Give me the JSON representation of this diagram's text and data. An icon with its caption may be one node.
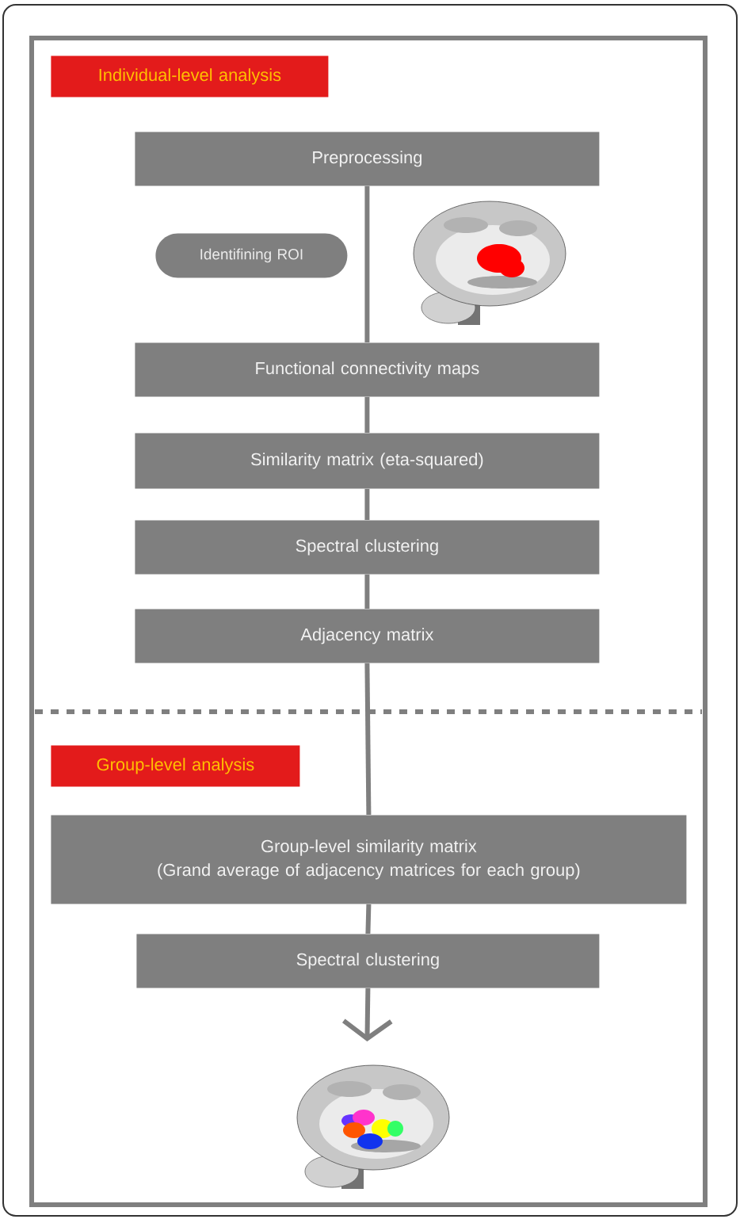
{
  "diagram": {
    "nodes": [
      {
        "text": [
          "Individual-level analysis"
        ]
      },
      {
        "text": [
          "Preprocessing"
        ]
      },
      {
        "text": [
          "Identifining ROI"
        ]
      },
      {
        "text": [
          "Functional connectivity maps"
        ]
      },
      {
        "text": [
          "Similarity matrix (eta-squared)"
        ]
      },
      {
        "text": [
          "Spectral clustering"
        ]
      },
      {
        "text": [
          "Adjacency matrix"
        ]
      },
      {
        "text": [
          "Group-level analysis"
        ]
      },
      {
        "text": [
          "Group-level similarity matrix",
          "(Grand average of adjacency matrices for each group)"
        ]
      },
      {
        "text": [
          "Spectral clustering"
        ]
      },
      {
        "text": [],
        "shape": "picture"
      }
    ],
    "edges": [
      {
        "from": 1,
        "to": 3,
        "arrow": "none"
      },
      {
        "from": 3,
        "to": 4,
        "arrow": "none"
      },
      {
        "from": 4,
        "to": 5,
        "arrow": "none"
      },
      {
        "from": 5,
        "to": 6,
        "arrow": "none"
      },
      {
        "from": 6,
        "to": 8,
        "arrow": "none"
      },
      {
        "from": 8,
        "to": 9,
        "arrow": "none"
      },
      {
        "from": 9,
        "to": 10,
        "arrow": "to"
      }
    ]
  }
}
